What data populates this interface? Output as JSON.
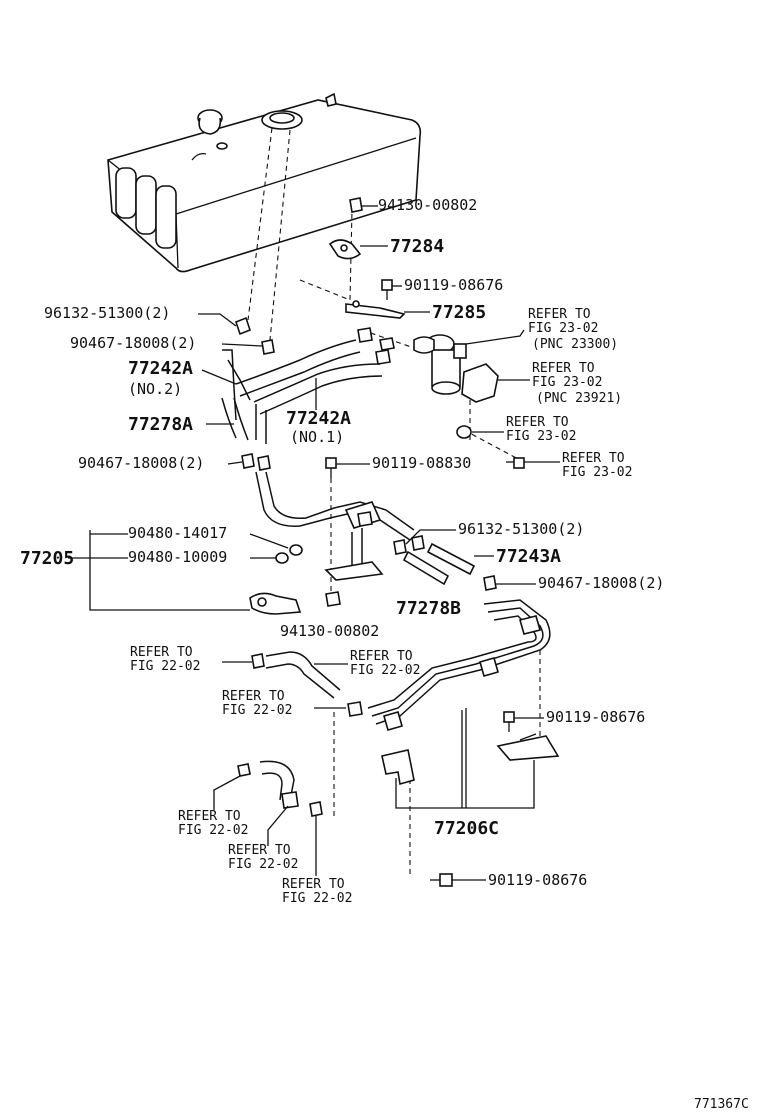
{
  "labels": {
    "p94130_top": "94130-00802",
    "p77284": "77284",
    "p90119_top": "90119-08676",
    "p77285": "77285",
    "p96132_a": "96132-51300(2)",
    "p90467_a": "90467-18008(2)",
    "p77242A_no2": "77242A",
    "no2": "(NO.2)",
    "p77278A": "77278A",
    "p77242A_no1": "77242A",
    "no1": "(NO.1)",
    "ref_2302_a_1": "REFER TO",
    "ref_2302_a_2": "FIG 23-02",
    "pnc_23300": "(PNC 23300)",
    "ref_2302_b_1": "REFER TO",
    "ref_2302_b_2": "FIG 23-02",
    "pnc_23921": "(PNC 23921)",
    "ref_2302_c_1": "REFER TO",
    "ref_2302_c_2": "FIG 23-02",
    "ref_2302_d_1": "REFER TO",
    "ref_2302_d_2": "FIG 23-02",
    "p90467_b": "90467-18008(2)",
    "p90119_mid": "90119-08830",
    "p96132_b": "96132-51300(2)",
    "p90480_14017": "90480-14017",
    "p77205": "77205",
    "p90480_10009": "90480-10009",
    "p77243A": "77243A",
    "p90467_c": "90467-18008(2)",
    "p77278B": "77278B",
    "p94130_bot": "94130-00802",
    "ref_2202_a_1": "REFER TO",
    "ref_2202_a_2": "FIG 22-02",
    "ref_2202_b_1": "REFER TO",
    "ref_2202_b_2": "FIG 22-02",
    "ref_2202_c_1": "REFER TO",
    "ref_2202_c_2": "FIG 22-02",
    "p90119_lowright": "90119-08676",
    "ref_2202_d_1": "REFER TO",
    "ref_2202_d_2": "FIG 22-02",
    "ref_2202_e_1": "REFER TO",
    "ref_2202_e_2": "FIG 22-02",
    "p77206C": "77206C",
    "ref_2202_f_1": "REFER TO",
    "ref_2202_f_2": "FIG 22-02",
    "p90119_bottom": "90119-08676",
    "figure_code": "771367C"
  }
}
